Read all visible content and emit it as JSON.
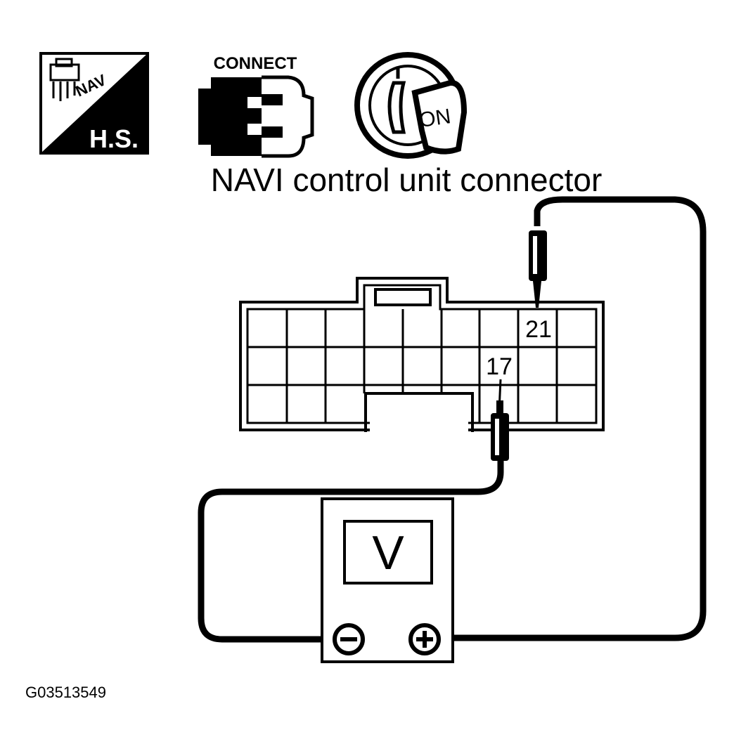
{
  "icons": {
    "harness_icon": {
      "nav_text": "NAV",
      "label": "H.S."
    },
    "connect_icon": {
      "label": "CONNECT"
    },
    "ignition_icon": {
      "label": "ON"
    }
  },
  "connector": {
    "title": "NAVI control unit connector",
    "terminals": {
      "t21": "21",
      "t17": "17"
    }
  },
  "voltmeter": {
    "display": "V",
    "negative_symbol": "−",
    "positive_symbol": "+"
  },
  "figure_id": "G03513549"
}
